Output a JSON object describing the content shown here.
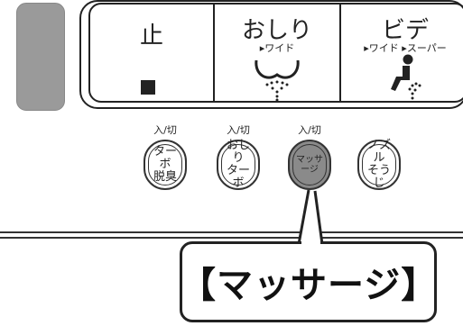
{
  "panel": {
    "stop": {
      "title": "止"
    },
    "oshiri": {
      "title": "おしり",
      "sub": "▸ワイド"
    },
    "bidet": {
      "title": "ビデ",
      "sub": "▸ワイド ▸スーパー"
    }
  },
  "buttons": [
    {
      "top": "入/切",
      "line1": "ターボ",
      "line2": "脱臭",
      "active": false
    },
    {
      "top": "入/切",
      "line1": "おしり",
      "line2": "ターボ",
      "active": false
    },
    {
      "top": "入/切",
      "line1": "マッサージ",
      "line2": "",
      "active": true
    },
    {
      "top": "",
      "line1": "ノズル",
      "line2": "そうじ",
      "active": false
    }
  ],
  "callout": {
    "text": "【マッサージ】"
  },
  "colors": {
    "handle": "#9a9a9a",
    "active_button": "#8a8a8a",
    "line": "#333333"
  }
}
